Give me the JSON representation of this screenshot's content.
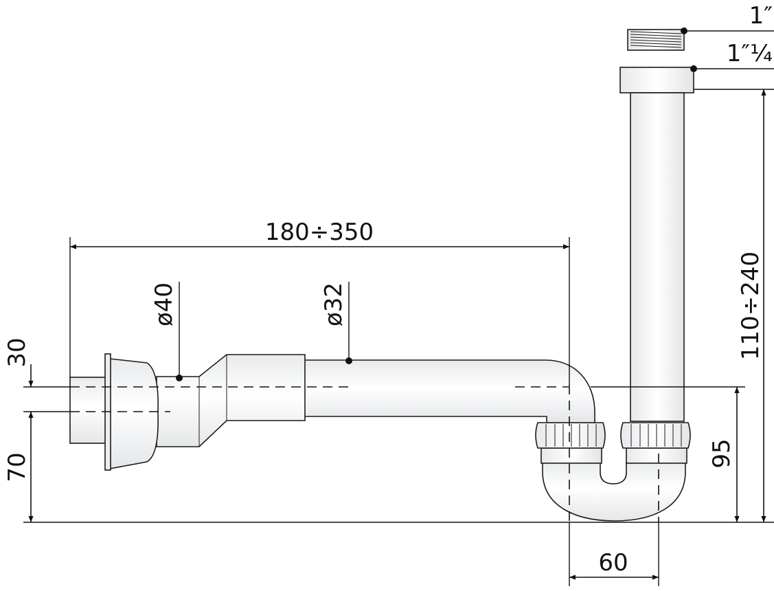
{
  "dimensions": {
    "thread_top": "1″",
    "nut_size": "1″¼",
    "tail_height": "110÷240",
    "length": "180÷350",
    "dia_large": "ø40",
    "dia_small": "ø32",
    "inlet_center": "30",
    "inlet_height": "70",
    "outlet_height": "95",
    "trap_width": "60"
  },
  "colors": {
    "line": "#111111",
    "pipe_fill": "#f6f7f8",
    "background": "#ffffff"
  }
}
